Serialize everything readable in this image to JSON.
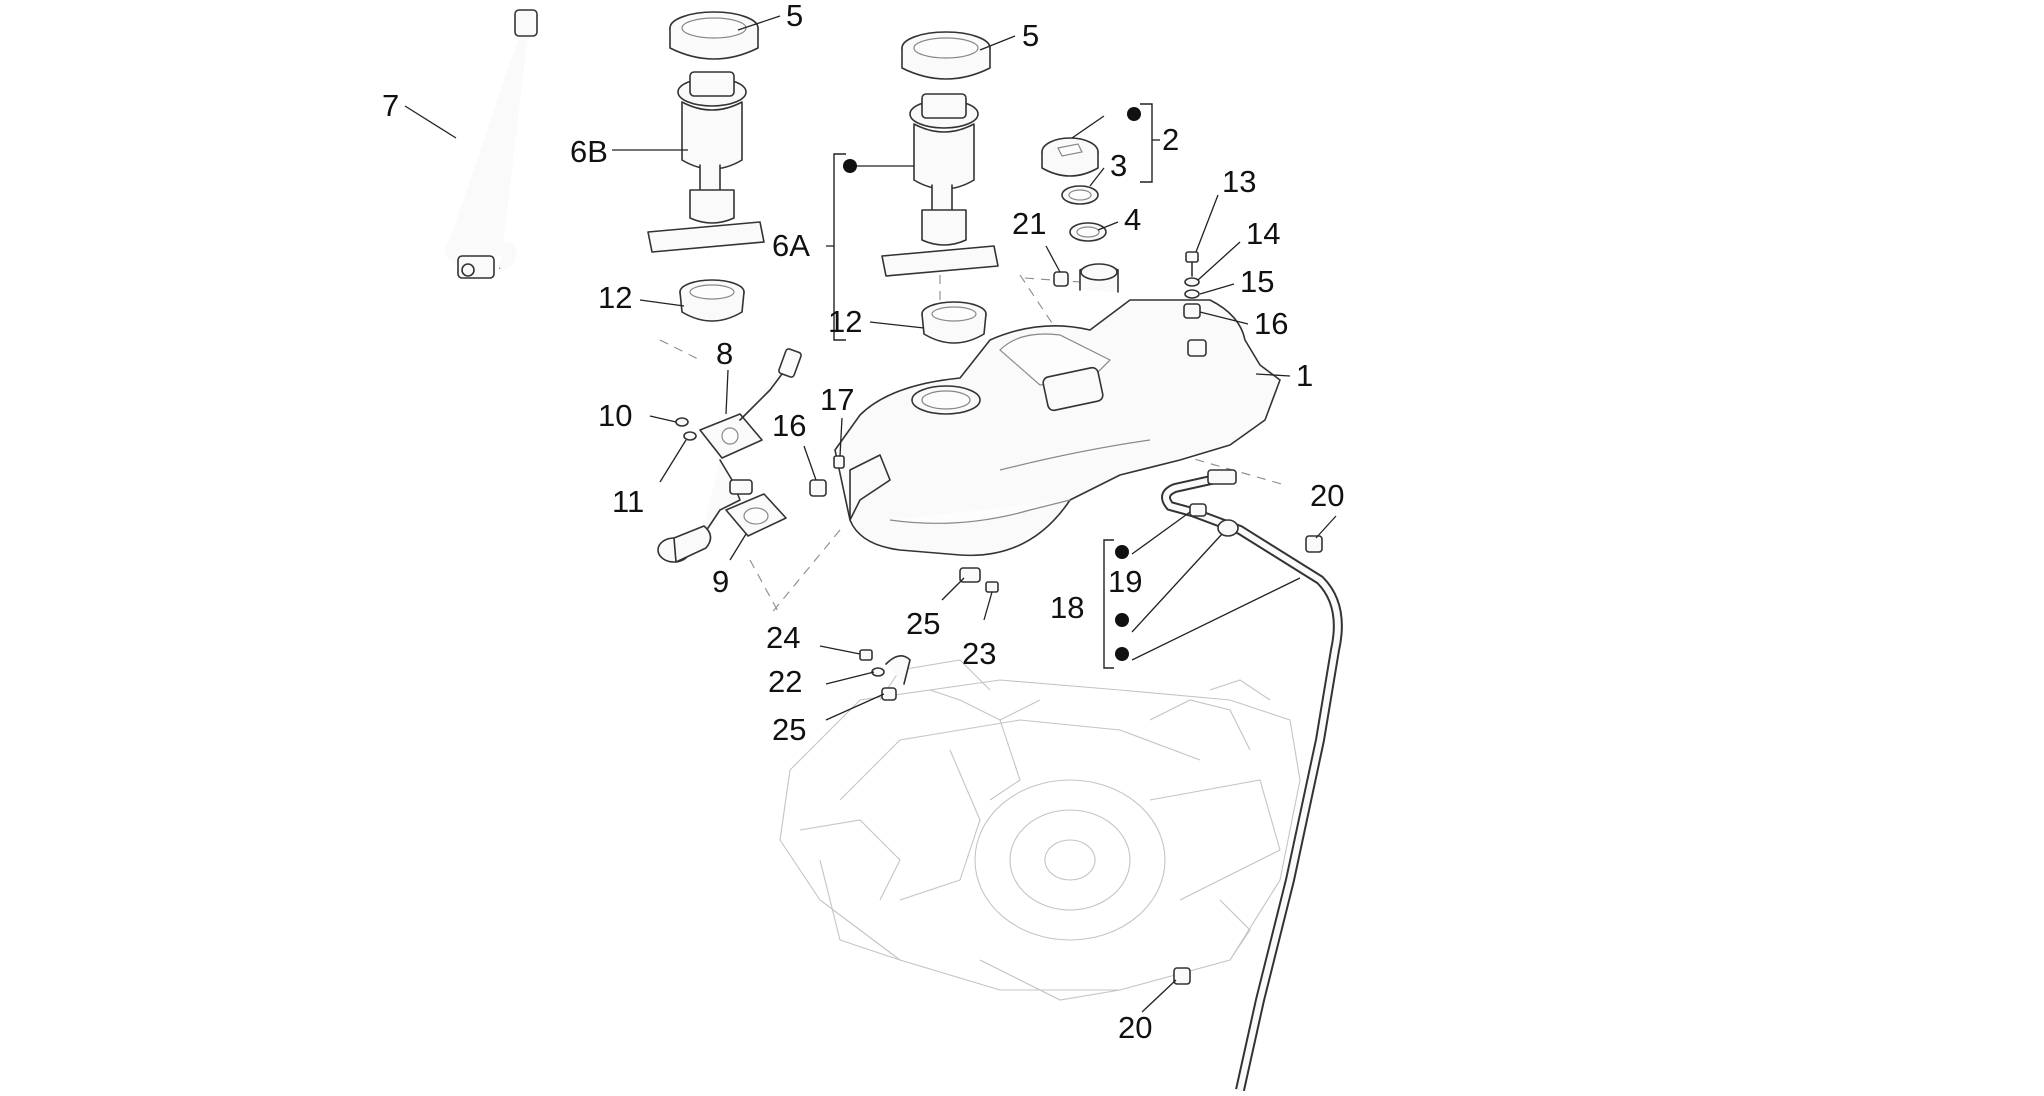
{
  "labels": {
    "p1": "1",
    "p2": "2",
    "p3": "3",
    "p4": "4",
    "p5a": "5",
    "p5b": "5",
    "p6A": "6A",
    "p6B": "6B",
    "p7": "7",
    "p8": "8",
    "p9": "9",
    "p10": "10",
    "p11": "11",
    "p12a": "12",
    "p12b": "12",
    "p13": "13",
    "p14": "14",
    "p15": "15",
    "p16a": "16",
    "p16b": "16",
    "p17": "17",
    "p18": "18",
    "p19": "19",
    "p20a": "20",
    "p20b": "20",
    "p21": "21",
    "p22": "22",
    "p23": "23",
    "p24": "24",
    "p25a": "25",
    "p25b": "25"
  }
}
